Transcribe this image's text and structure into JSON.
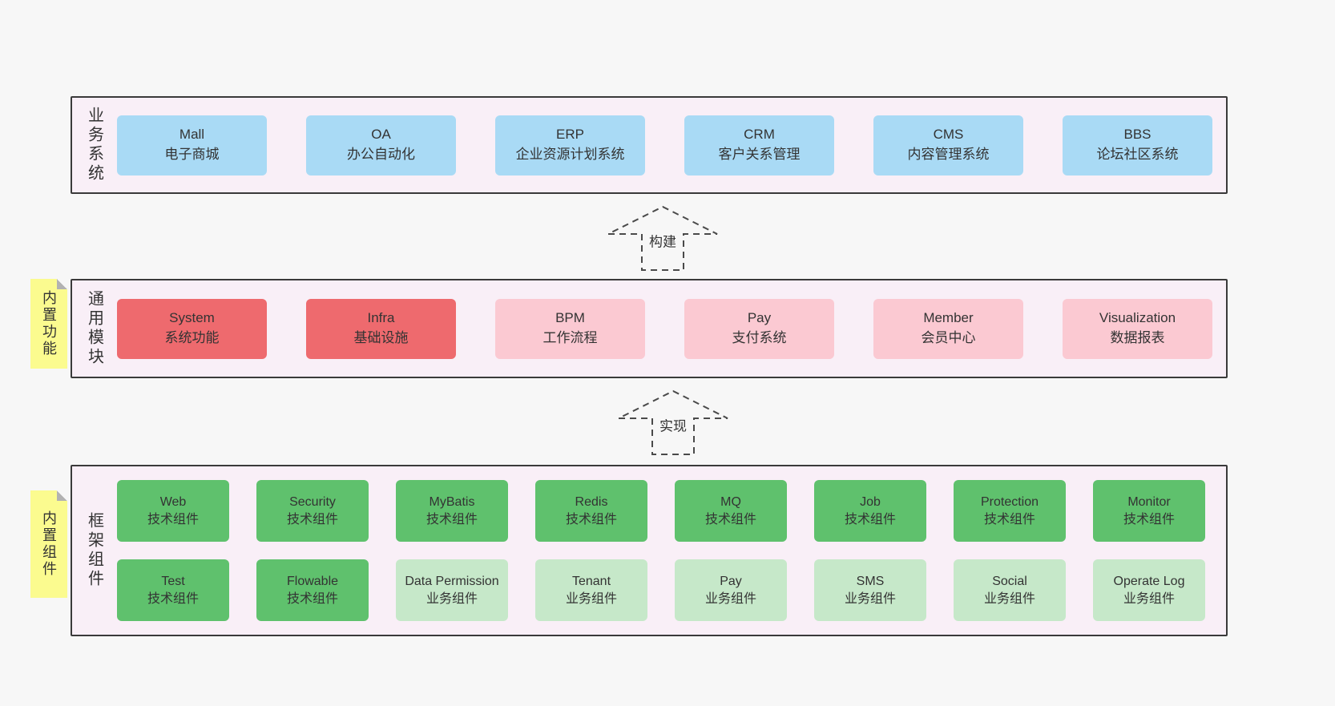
{
  "colors": {
    "page_background": "#f7f7f7",
    "container_fill": "#f9eff7",
    "container_border": "#3a3a3a",
    "blue_card": "#a9daf5",
    "red_card": "#ee6a6e",
    "pink_card": "#fbc9d2",
    "green_card": "#5fc16d",
    "light_green_card": "#c6e8c9",
    "tab_yellow": "#fbfb8f"
  },
  "arrows": [
    {
      "label": "构建"
    },
    {
      "label": "实现"
    }
  ],
  "sections": {
    "business": {
      "label": "业务系统",
      "items": [
        {
          "title": "Mall",
          "subtitle": "电子商城"
        },
        {
          "title": "OA",
          "subtitle": "办公自动化"
        },
        {
          "title": "ERP",
          "subtitle": "企业资源计划系统"
        },
        {
          "title": "CRM",
          "subtitle": "客户关系管理"
        },
        {
          "title": "CMS",
          "subtitle": "内容管理系统"
        },
        {
          "title": "BBS",
          "subtitle": "论坛社区系统"
        }
      ]
    },
    "modules": {
      "label": "通用模块",
      "tab": "内置功能",
      "items": [
        {
          "title": "System",
          "subtitle": "系统功能"
        },
        {
          "title": "Infra",
          "subtitle": "基础设施"
        },
        {
          "title": "BPM",
          "subtitle": "工作流程"
        },
        {
          "title": "Pay",
          "subtitle": "支付系统"
        },
        {
          "title": "Member",
          "subtitle": "会员中心"
        },
        {
          "title": "Visualization",
          "subtitle": "数据报表"
        }
      ]
    },
    "components": {
      "label": "框架组件",
      "tab": "内置组件",
      "row1": [
        {
          "title": "Web",
          "subtitle": "技术组件"
        },
        {
          "title": "Security",
          "subtitle": "技术组件"
        },
        {
          "title": "MyBatis",
          "subtitle": "技术组件"
        },
        {
          "title": "Redis",
          "subtitle": "技术组件"
        },
        {
          "title": "MQ",
          "subtitle": "技术组件"
        },
        {
          "title": "Job",
          "subtitle": "技术组件"
        },
        {
          "title": "Protection",
          "subtitle": "技术组件"
        },
        {
          "title": "Monitor",
          "subtitle": "技术组件"
        }
      ],
      "row2": [
        {
          "title": "Test",
          "subtitle": "技术组件"
        },
        {
          "title": "Flowable",
          "subtitle": "技术组件"
        },
        {
          "title": "Data Permission",
          "subtitle": "业务组件"
        },
        {
          "title": "Tenant",
          "subtitle": "业务组件"
        },
        {
          "title": "Pay",
          "subtitle": "业务组件"
        },
        {
          "title": "SMS",
          "subtitle": "业务组件"
        },
        {
          "title": "Social",
          "subtitle": "业务组件"
        },
        {
          "title": "Operate Log",
          "subtitle": "业务组件"
        }
      ]
    }
  }
}
